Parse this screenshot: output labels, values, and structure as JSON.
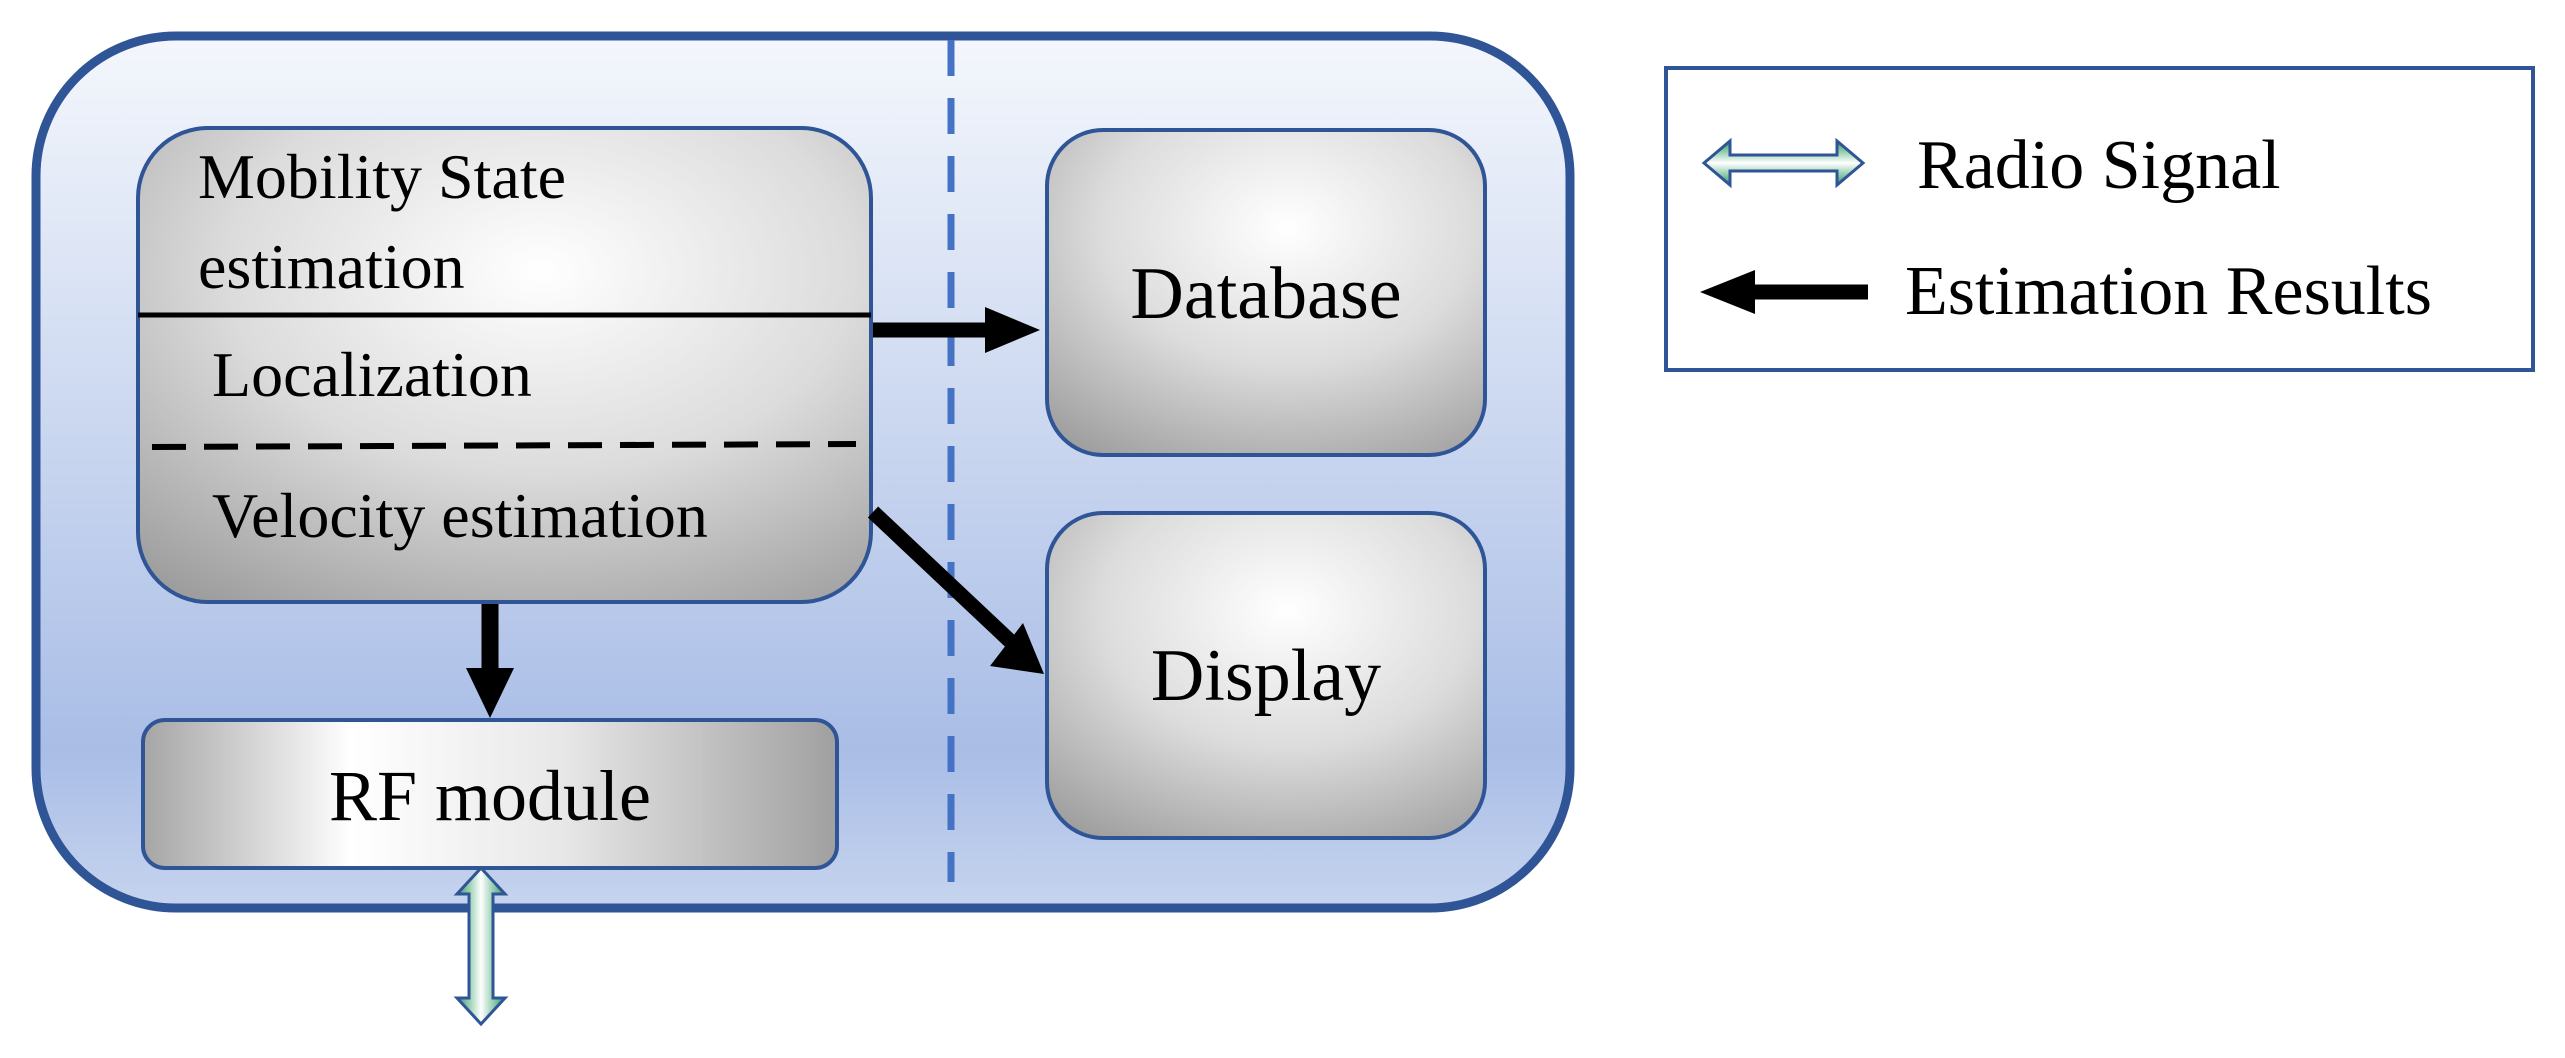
{
  "diagram": {
    "est_block": {
      "mobility_line1": "Mobility State",
      "mobility_line2": "estimation",
      "localization": "Localization",
      "velocity": "Velocity estimation"
    },
    "rf_module": "RF module",
    "database": "Database",
    "display": "Display"
  },
  "legend": {
    "radio_signal": "Radio Signal",
    "estimation_results": "Estimation Results"
  },
  "colors": {
    "outer_border": "#2f5597",
    "outer_fill_top": "#f3f6fc",
    "outer_fill_mid": "#a9bde6",
    "divider": "#4472c4",
    "box_border": "#2f5597",
    "radio_arrow_green": "#3cb371",
    "arrow_black": "#000000"
  }
}
